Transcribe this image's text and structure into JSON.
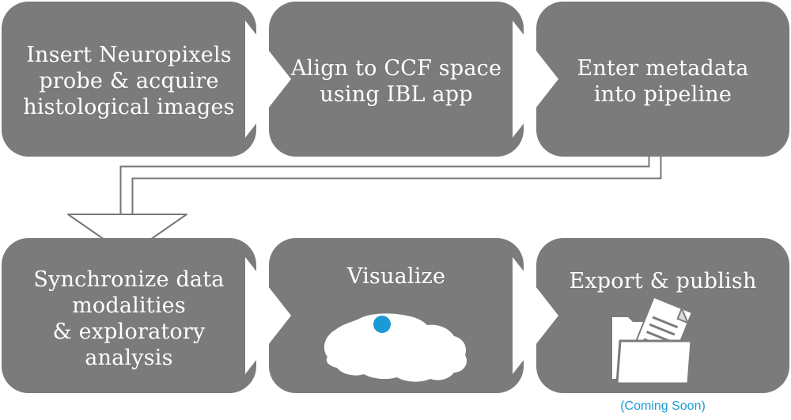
{
  "steps": [
    {
      "id": "insert-probe",
      "text": "Insert Neuropixels\nprobe & acquire\nhistological images"
    },
    {
      "id": "align-ccf",
      "text": "Align to CCF space\nusing IBL app"
    },
    {
      "id": "enter-metadata",
      "text": "Enter metadata\ninto pipeline"
    },
    {
      "id": "synchronize",
      "text": "Synchronize data\nmodalities\n& exploratory\nanalysis"
    },
    {
      "id": "visualize",
      "text": "Visualize"
    },
    {
      "id": "export-publish",
      "text": "Export & publish"
    }
  ],
  "footnote": "(Coming Soon)",
  "colors": {
    "box": "#7b7b7b",
    "text": "#ffffff",
    "arrow": "#ffffff",
    "connector_stroke": "#777777",
    "dot": "#1a9ad6"
  },
  "icons": {
    "visualize": "brain-silhouette-icon",
    "export": "folder-with-document-icon"
  }
}
